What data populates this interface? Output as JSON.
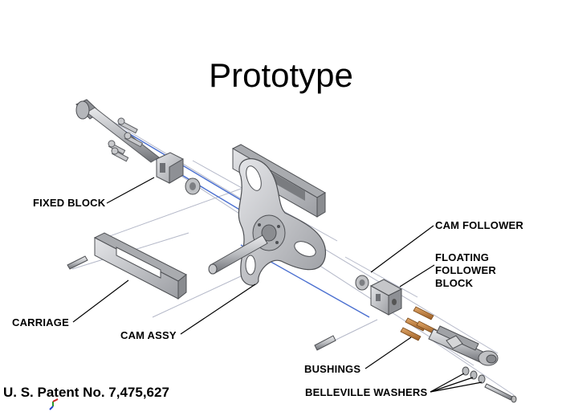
{
  "slide": {
    "title": "Prototype",
    "footer": "U. S. Patent No. 7,475,627"
  },
  "labels": {
    "fixed_block": "FIXED BLOCK",
    "carriage": "CARRIAGE",
    "cam_assy": "CAM ASSY",
    "cam_follower": "CAM FOLLOWER",
    "floating_line1": "FLOATING",
    "floating_line2": "FOLLOWER",
    "floating_line3": "BLOCK",
    "bushings": "BUSHINGS",
    "belleville_washers": "BELLEVILLE WASHERS"
  },
  "colors": {
    "part_light": "#d2d3d6",
    "part_mid": "#a9abaf",
    "part_dark": "#6e7075",
    "bushing": "#c98a4a",
    "axis_line": "#4a6fd0",
    "ghost_line": "#b4b8c8"
  }
}
